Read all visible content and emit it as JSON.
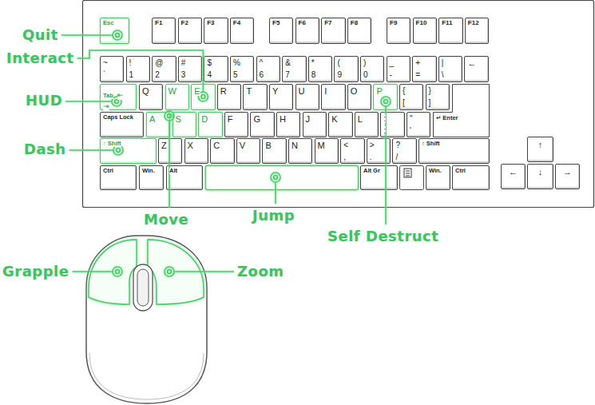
{
  "diagram": {
    "nodes": [
      {
        "text": [
          "Esc"
        ]
      },
      {
        "text": [
          "F1"
        ]
      },
      {
        "text": [
          "F2"
        ]
      },
      {
        "text": [
          "F3"
        ]
      },
      {
        "text": [
          "F4"
        ]
      },
      {
        "text": [
          "F5"
        ]
      },
      {
        "text": [
          "F6"
        ]
      },
      {
        "text": [
          "F7"
        ]
      },
      {
        "text": [
          "F8"
        ]
      },
      {
        "text": [
          "F9"
        ]
      },
      {
        "text": [
          "F10"
        ]
      },
      {
        "text": [
          "F11"
        ]
      },
      {
        "text": [
          "F12"
        ]
      },
      {
        "text": [
          "~",
          "`"
        ]
      },
      {
        "text": [
          "!",
          "1"
        ]
      },
      {
        "text": [
          "@",
          "2"
        ]
      },
      {
        "text": [
          "#",
          "3"
        ]
      },
      {
        "text": [
          "$",
          "4"
        ]
      },
      {
        "text": [
          "%",
          "5"
        ]
      },
      {
        "text": [
          "^",
          "6"
        ]
      },
      {
        "text": [
          "&",
          "7"
        ]
      },
      {
        "text": [
          "*",
          "8"
        ]
      },
      {
        "text": [
          "(",
          "9"
        ]
      },
      {
        "text": [
          ")",
          "0"
        ]
      },
      {
        "text": [
          "_",
          "-"
        ]
      },
      {
        "text": [
          "+",
          "="
        ]
      },
      {
        "text": [
          "|",
          "\\"
        ]
      },
      {
        "text": [
          "←"
        ]
      },
      {
        "text": [
          "Tab",
          "⇤",
          "⇥"
        ]
      },
      {
        "text": [
          "Q"
        ]
      },
      {
        "text": [
          "W"
        ]
      },
      {
        "text": [
          "E"
        ]
      },
      {
        "text": [
          "R"
        ]
      },
      {
        "text": [
          "T"
        ]
      },
      {
        "text": [
          "Y"
        ]
      },
      {
        "text": [
          "U"
        ]
      },
      {
        "text": [
          "I"
        ]
      },
      {
        "text": [
          "O"
        ]
      },
      {
        "text": [
          "P"
        ]
      },
      {
        "text": [
          "{",
          "["
        ]
      },
      {
        "text": [
          "}",
          "]"
        ]
      },
      {
        "text": [
          "Caps Lock"
        ]
      },
      {
        "text": [
          "A"
        ]
      },
      {
        "text": [
          "S"
        ]
      },
      {
        "text": [
          "D"
        ]
      },
      {
        "text": [
          "F"
        ]
      },
      {
        "text": [
          "G"
        ]
      },
      {
        "text": [
          "H"
        ]
      },
      {
        "text": [
          "J"
        ]
      },
      {
        "text": [
          "K"
        ]
      },
      {
        "text": [
          "L"
        ]
      },
      {
        "text": [
          ":",
          ";"
        ]
      },
      {
        "text": [
          "\"",
          "'"
        ]
      },
      {
        "text": [
          "↵ Enter"
        ]
      },
      {
        "text": [
          "↑ Shift"
        ]
      },
      {
        "text": [
          "Z"
        ]
      },
      {
        "text": [
          "X"
        ]
      },
      {
        "text": [
          "C"
        ]
      },
      {
        "text": [
          "V"
        ]
      },
      {
        "text": [
          "B"
        ]
      },
      {
        "text": [
          "N"
        ]
      },
      {
        "text": [
          "M"
        ]
      },
      {
        "text": [
          "<",
          ","
        ]
      },
      {
        "text": [
          ">",
          "."
        ]
      },
      {
        "text": [
          "?",
          "/"
        ]
      },
      {
        "text": [
          "↑ Shift"
        ]
      },
      {
        "text": [
          "↑"
        ]
      },
      {
        "text": [
          "Ctrl"
        ]
      },
      {
        "text": [
          "Win."
        ]
      },
      {
        "text": [
          "Alt"
        ]
      },
      {
        "text": [
          "Alt Gr"
        ]
      },
      {
        "text": [
          "Win."
        ]
      },
      {
        "text": [
          "Ctrl"
        ]
      },
      {
        "text": [
          "←"
        ]
      },
      {
        "text": [
          "↓"
        ]
      },
      {
        "text": [
          "→"
        ]
      }
    ],
    "labels": [
      "Quit",
      "Interact",
      "HUD",
      "Dash",
      "Move",
      "Jump",
      "Self Destruct",
      "Grapple",
      "Zoom"
    ]
  }
}
